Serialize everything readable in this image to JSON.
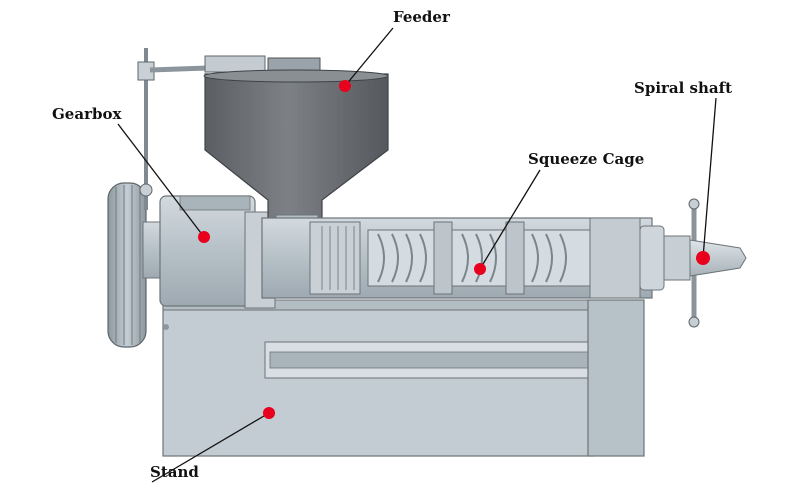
{
  "labels": {
    "feeder": "Feeder",
    "gearbox": "Gearbox",
    "spiral_shaft": "Spiral shaft",
    "squeeze_cage": "Squeeze Cage",
    "stand": "Stand"
  },
  "colors": {
    "marker": "#e8001c",
    "leader_line": "#111111",
    "hopper": "#6e7276",
    "machine_body": "#b9c3ca",
    "stand": "#c2cbd2",
    "outline": "#6c7478"
  }
}
